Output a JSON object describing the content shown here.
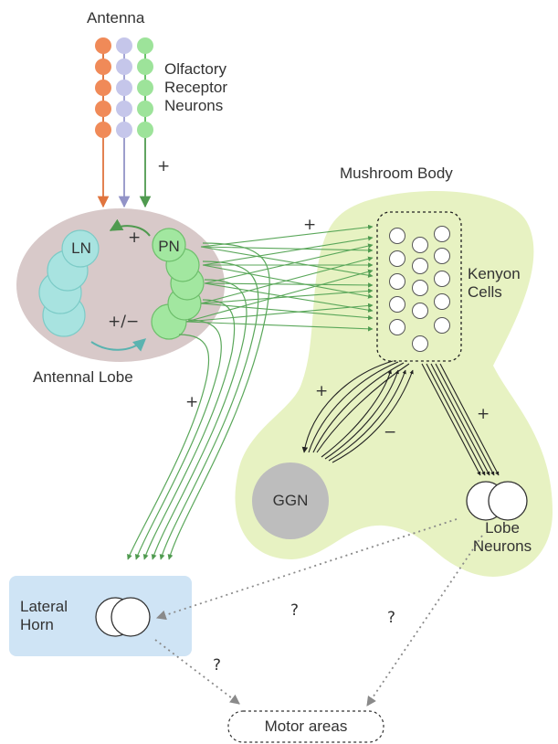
{
  "labels": {
    "antenna": "Antenna",
    "orn": "Olfactory\nReceptor\nNeurons",
    "mushroom_body": "Mushroom Body",
    "ln": "LN",
    "pn": "PN",
    "antennal_lobe": "Antennal Lobe",
    "kenyon_cells": "Kenyon\nCells",
    "ggn": "GGN",
    "lobe_neurons": "Lobe\nNeurons",
    "lateral_horn": "Lateral\nHorn",
    "motor_areas": "Motor areas"
  },
  "signs": {
    "orn_to_pn": "+",
    "pn_to_ln": "+",
    "ln_to_pn": "+/−",
    "pn_to_kc": "+",
    "pn_to_lh": "+",
    "kc_to_ggn": "+",
    "ggn_to_kc": "−",
    "kc_to_lobe": "+",
    "lobe_to_lh": "?",
    "lobe_to_motor": "?",
    "lh_to_motor": "?"
  },
  "colors": {
    "orn_orange": "#f08a58",
    "orn_lavender": "#c5c6ea",
    "orn_green": "#9de39a",
    "ln_teal": "#a8e3e0",
    "pn_green": "#a2e7a0",
    "antennal_lobe_fill": "#d8c9c9",
    "mushroom_body_fill": "#e7f2c2",
    "lateral_horn_fill": "#cfe4f5",
    "ggn_fill": "#bdbdbd",
    "pn_axon": "#5aa75a"
  }
}
